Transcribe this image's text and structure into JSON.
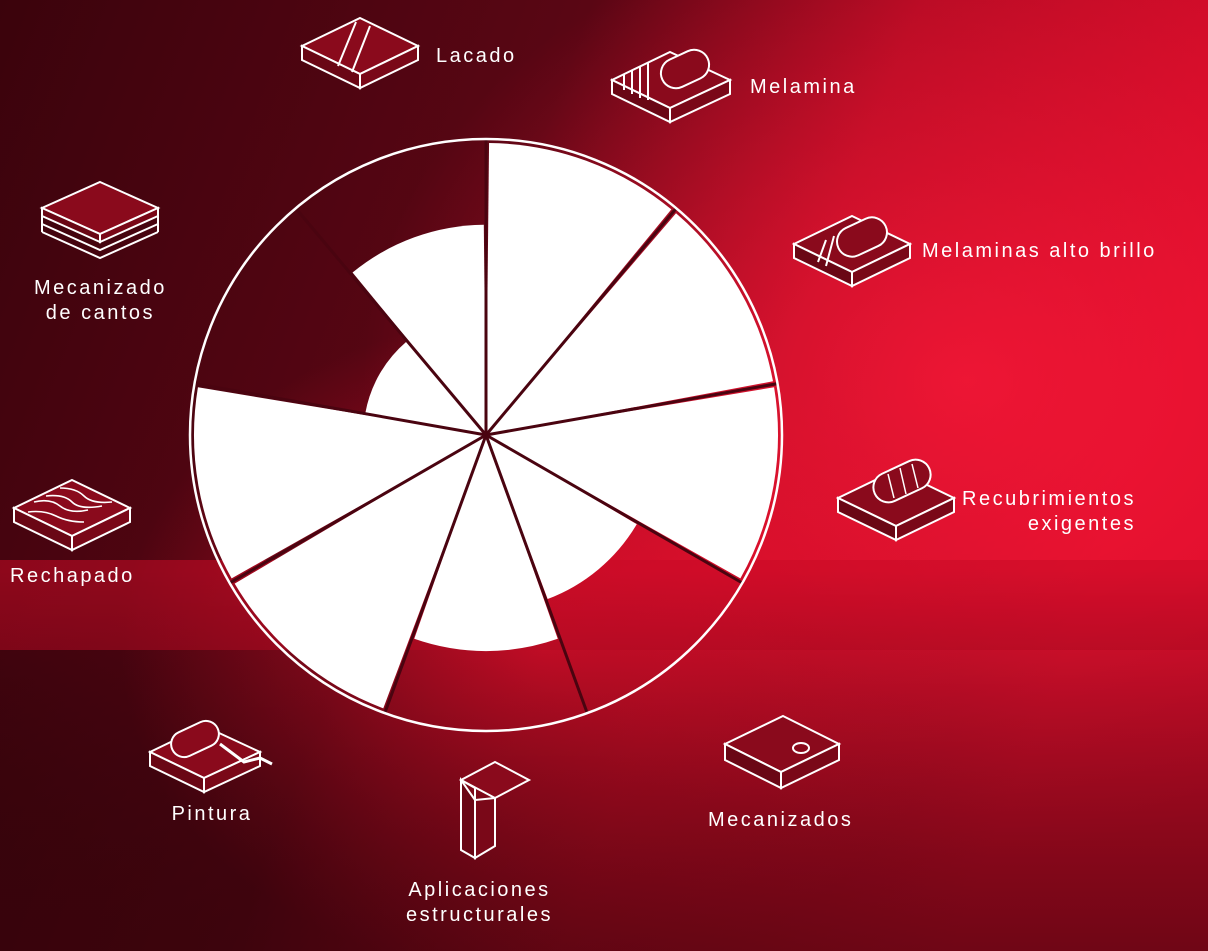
{
  "chart_data": {
    "type": "polar-bar",
    "categories": [
      "Melamina",
      "Melaminas alto brillo",
      "Recubrimientos exigentes",
      "Mecanizados",
      "Aplicaciones estructurales",
      "Pintura",
      "Rechapado",
      "Mecanizado de cantos",
      "Lacado"
    ],
    "values": [
      100,
      100,
      100,
      60,
      74,
      100,
      100,
      42,
      72
    ],
    "rmax": 100
  },
  "labels": {
    "lacado": "Lacado",
    "melamina": "Melamina",
    "melaminas_alto_brillo": "Melaminas alto brillo",
    "recubrimientos_1": "Recubrimientos",
    "recubrimientos_2": "exigentes",
    "mecanizados": "Mecanizados",
    "aplicaciones_1": "Aplicaciones",
    "aplicaciones_2": "estructurales",
    "pintura": "Pintura",
    "rechapado": "Rechapado",
    "mecanizado_cantos_1": "Mecanizado",
    "mecanizado_cantos_2": "de cantos"
  },
  "icons": {
    "lacado": "lacquered-panel-icon",
    "melamina": "melamine-roll-icon",
    "melaminas_alto_brillo": "high-gloss-roll-icon",
    "recubrimientos": "coating-roll-icon",
    "mecanizados": "drilled-panel-icon",
    "aplicaciones": "bracket-icon",
    "pintura": "paint-roller-icon",
    "rechapado": "veneer-panel-icon",
    "mecanizado_cantos": "stacked-panels-icon"
  },
  "colors": {
    "accent": "#e0102e",
    "dark": "#4a0410",
    "icon_fill": "#8a0a1c",
    "slice": "#ffffff"
  }
}
